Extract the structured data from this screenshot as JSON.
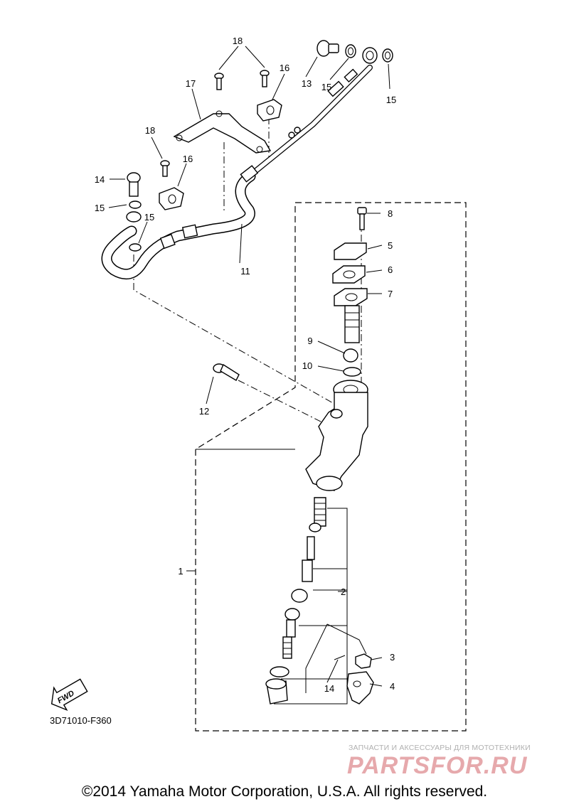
{
  "diagram": {
    "callouts": [
      "1",
      "2",
      "3",
      "4",
      "5",
      "6",
      "7",
      "8",
      "9",
      "10",
      "11",
      "12",
      "13",
      "14",
      "14",
      "15",
      "15",
      "15",
      "15",
      "16",
      "16",
      "17",
      "18",
      "18"
    ],
    "fwd_label": "FWD",
    "code": "3D71010-F360"
  },
  "watermark": {
    "small": "ЗАПЧАСТИ И АКСЕССУАРЫ ДЛЯ МОТОТЕХНИКИ",
    "big": "PARTSFOR.RU"
  },
  "copyright": "©2014 Yamaha Motor Corporation, U.S.A. All rights reserved."
}
